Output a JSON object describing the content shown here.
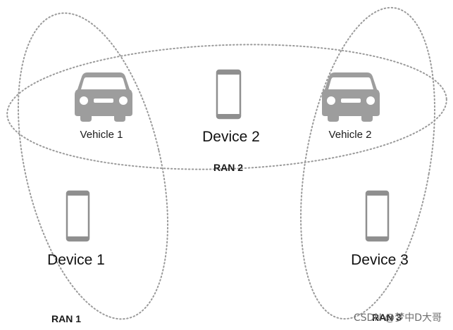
{
  "ran_areas": [
    {
      "id": "ran1",
      "label": "RAN 1"
    },
    {
      "id": "ran2",
      "label": "RAN 2"
    },
    {
      "id": "ran3",
      "label": "RAN 3"
    }
  ],
  "nodes": {
    "vehicle_1": {
      "label": "Vehicle 1",
      "icon": "car-icon"
    },
    "vehicle_2": {
      "label": "Vehicle 2",
      "icon": "car-icon"
    },
    "device_1": {
      "label": "Device 1",
      "icon": "smartphone-icon"
    },
    "device_2": {
      "label": "Device 2",
      "icon": "smartphone-icon"
    },
    "device_3": {
      "label": "Device 3",
      "icon": "smartphone-icon"
    }
  },
  "watermark": {
    "text": "CSDN @梦中D大哥"
  },
  "colors": {
    "outline": "#9a9a9a",
    "icon": "#9d9d9d",
    "text": "#1a1a1a",
    "background": "#ffffff"
  }
}
